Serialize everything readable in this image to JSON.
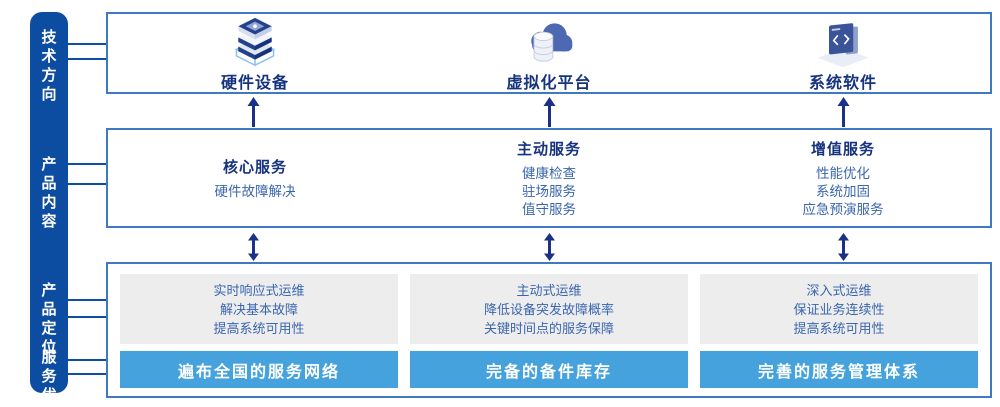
{
  "palette": {
    "sidebar_blue": "#0C4DA2",
    "box_border_blue": "#3E79C2",
    "title_navy": "#16337F",
    "body_text_blue": "#3A66AE",
    "bar_blue": "#45A2DC",
    "panel_gray": "#EDEDEE",
    "arrow_navy": "#1B3087"
  },
  "sidebar": {
    "items": [
      {
        "id": "tech-direction",
        "line1": "技术",
        "line2": "方向"
      },
      {
        "id": "product-content",
        "line1": "产品",
        "line2": "内容"
      },
      {
        "id": "product-positioning",
        "line1": "产品",
        "line2": "定位"
      },
      {
        "id": "service-advantage",
        "line1": "服务",
        "line2": "优势"
      }
    ]
  },
  "tech_row": {
    "items": [
      {
        "icon": "server-stack-icon",
        "label": "硬件设备"
      },
      {
        "icon": "cloud-database-icon",
        "label": "虚拟化平台"
      },
      {
        "icon": "code-window-icon",
        "label": "系统软件"
      }
    ]
  },
  "content_row": {
    "columns": [
      {
        "title": "核心服务",
        "items": [
          "硬件故障解决"
        ]
      },
      {
        "title": "主动服务",
        "items": [
          "健康检查",
          "驻场服务",
          "值守服务"
        ]
      },
      {
        "title": "增值服务",
        "items": [
          "性能优化",
          "系统加固",
          "应急预演服务"
        ]
      }
    ]
  },
  "positioning_row": {
    "columns": [
      {
        "points": [
          "实时响应式运维",
          "解决基本故障",
          "提高系统可用性"
        ],
        "bar": "遍布全国的服务网络"
      },
      {
        "points": [
          "主动式运维",
          "降低设备突发故障概率",
          "关键时间点的服务保障"
        ],
        "bar": "完备的备件库存"
      },
      {
        "points": [
          "深入式运维",
          "保证业务连续性",
          "提高系统可用性"
        ],
        "bar": "完善的服务管理体系"
      }
    ]
  }
}
